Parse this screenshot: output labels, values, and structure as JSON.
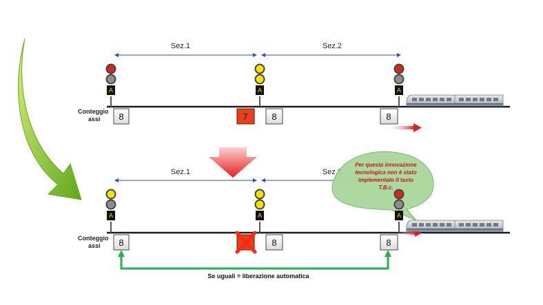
{
  "sections": {
    "sez1": "Sez.1",
    "sez2": "Sez.2"
  },
  "axle_label_line1": "Conteggio",
  "axle_label_line2": "assi",
  "signal_letter": "A",
  "top": {
    "counter_left": "8",
    "counter_fault": "7",
    "counter_mid": "8",
    "counter_right": "8"
  },
  "bottom": {
    "counter_left": "8",
    "counter_mid": "8",
    "counter_right": "8"
  },
  "bubble_text": [
    "Per questa innovazione",
    "tecnologica non è stato",
    "implementato il tasto",
    "T.B.c."
  ],
  "caption": "Se uguali = liberazione automatica",
  "colors": {
    "track": "#1a1a1a",
    "section_arrow": "#2d4fb8",
    "fault_counter": "#e8401c",
    "green_bracket": "#22b14c",
    "bubble_fill": "#a9d69a",
    "curve_arrow": "#7cc02a",
    "signal_red": "#d12a1a",
    "signal_yellow": "#f5e000"
  }
}
